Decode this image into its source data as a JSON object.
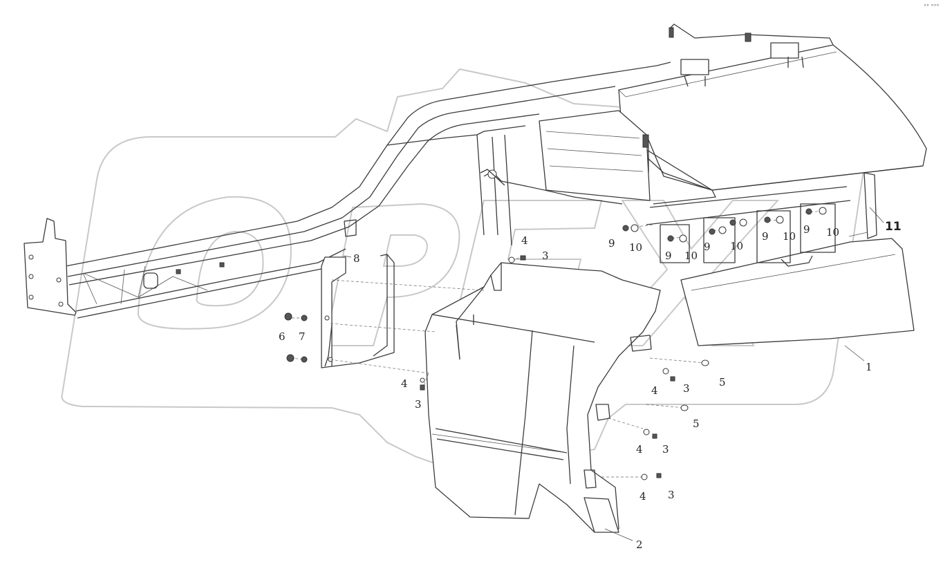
{
  "corner_mark": "°° °°°",
  "watermark_icon": "opex-gear-watermark",
  "callouts": {
    "c1": "1",
    "c2": "2",
    "c3a": "3",
    "c3b": "3",
    "c3c": "3",
    "c3d": "3",
    "c3e": "3",
    "c4a": "4",
    "c4b": "4",
    "c4c": "4",
    "c4d": "4",
    "c4e": "4",
    "c5a": "5",
    "c5b": "5",
    "c6": "6",
    "c7": "7",
    "c8": "8",
    "c9a": "9",
    "c9b": "9",
    "c9c": "9",
    "c9d": "9",
    "c9e": "9",
    "c10a": "10",
    "c10b": "10",
    "c10c": "10",
    "c10d": "10",
    "c10e": "10",
    "c11": "11"
  }
}
